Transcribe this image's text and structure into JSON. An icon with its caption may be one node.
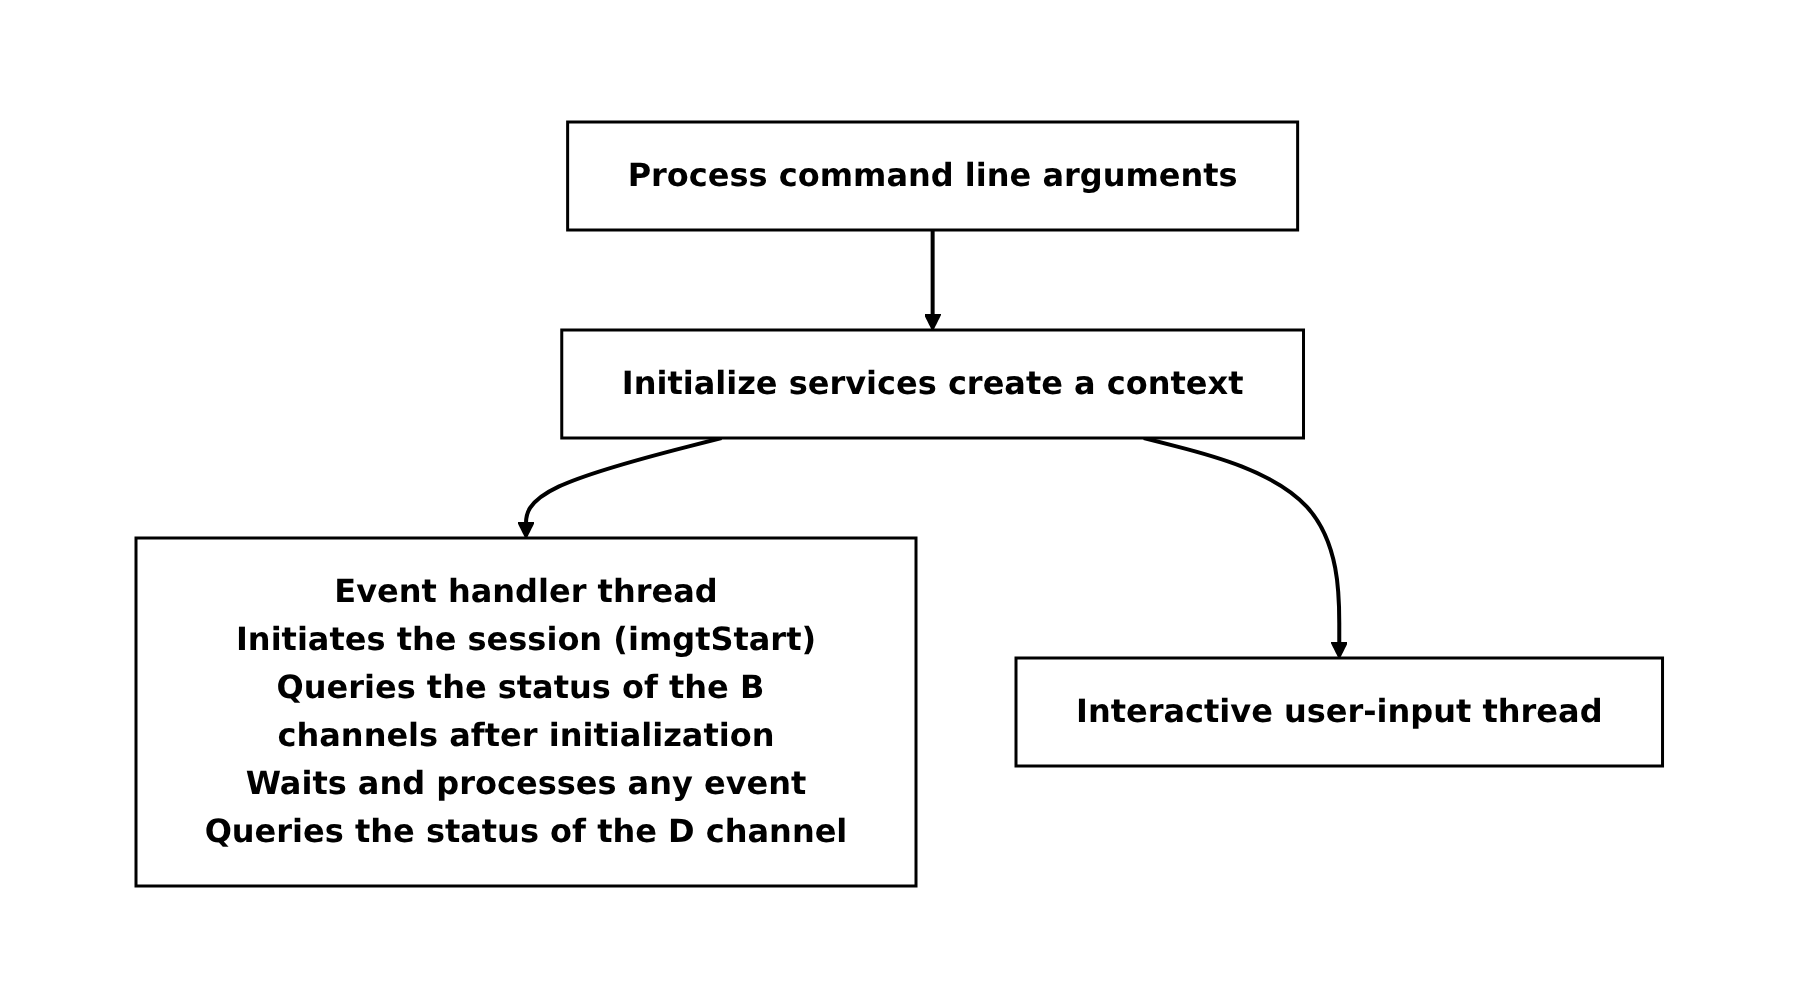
{
  "diagram": {
    "nodes": [
      {
        "text": [
          "Process command line arguments"
        ]
      },
      {
        "text": [
          "Initialize services create a context"
        ]
      },
      {
        "text": [
          "Event handler thread",
          "Initiates the session (imgtStart)",
          "Queries the status of the B channels after initialization",
          "Waits and processes any event",
          "Queries the status of the D channel"
        ]
      },
      {
        "text": [
          "Interactive user-input thread"
        ]
      }
    ],
    "edges": [
      {
        "from": 0,
        "to": 1,
        "arrow": "to"
      },
      {
        "from": 1,
        "to": 2,
        "arrow": "to"
      },
      {
        "from": 1,
        "to": 3,
        "arrow": "to"
      }
    ]
  }
}
